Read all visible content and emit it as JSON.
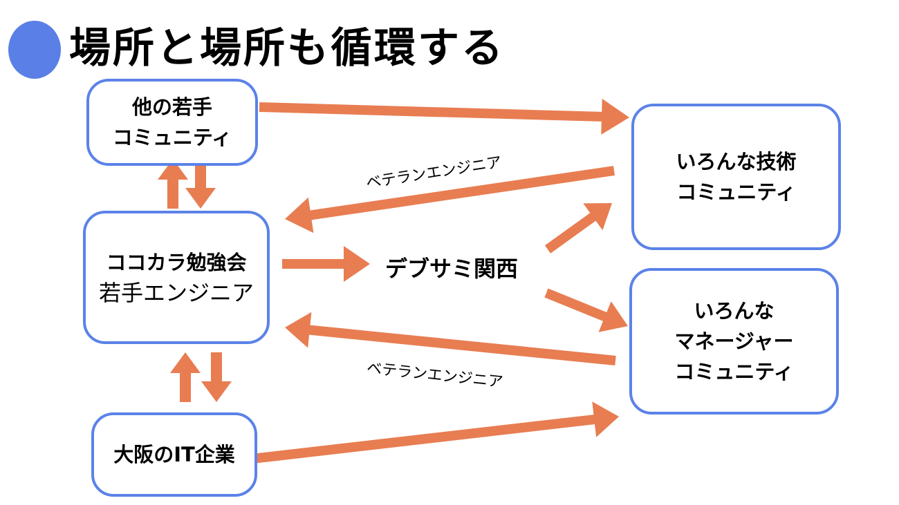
{
  "title": "場所と場所も循環する",
  "colors": {
    "accent": "#5a7fe6",
    "node_border": "#5b82e8",
    "arrow": "#e87d52",
    "text": "#000000"
  },
  "nodes": {
    "other_youth": {
      "lines": [
        "他の若手",
        "コミュニティ"
      ]
    },
    "cococara": {
      "lines": [
        "ココカラ勉強会",
        "若手エンジニア"
      ]
    },
    "osaka_it": {
      "lines": [
        "大阪のIT企業"
      ]
    },
    "tech_communities": {
      "lines": [
        "いろんな技術",
        "コミュニティ"
      ]
    },
    "manager_communities": {
      "lines": [
        "いろんな",
        "マネージャー",
        "コミュニティ"
      ]
    }
  },
  "hub": {
    "label": "デブサミ関西"
  },
  "edge_labels": {
    "veteran_top": "ベテランエンジニア",
    "veteran_bottom": "ベテランエンジニア"
  },
  "edges": [
    {
      "from": "other_youth",
      "to": "tech_communities"
    },
    {
      "from": "tech_communities",
      "to": "cococara",
      "label": "ベテランエンジニア"
    },
    {
      "from": "cococara",
      "to": "other_youth"
    },
    {
      "from": "other_youth",
      "to": "cococara"
    },
    {
      "from": "cococara",
      "to": "デブサミ関西"
    },
    {
      "from": "デブサミ関西",
      "to": "tech_communities"
    },
    {
      "from": "デブサミ関西",
      "to": "manager_communities"
    },
    {
      "from": "manager_communities",
      "to": "cococara",
      "label": "ベテランエンジニア"
    },
    {
      "from": "osaka_it",
      "to": "cococara"
    },
    {
      "from": "cococara",
      "to": "osaka_it"
    },
    {
      "from": "osaka_it",
      "to": "manager_communities"
    }
  ]
}
